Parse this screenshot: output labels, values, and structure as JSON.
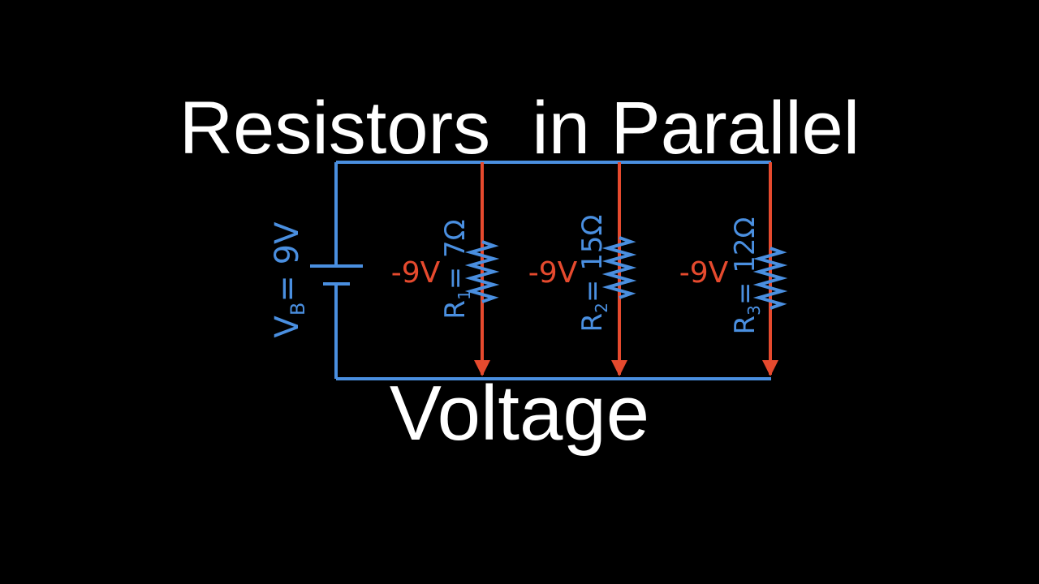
{
  "title": "Resistors  in Parallel",
  "subtitle": "Voltage",
  "colors": {
    "background": "#000000",
    "wire": "#4a8fe0",
    "drop": "#e64a2e",
    "text": "#ffffff"
  },
  "battery": {
    "symbol": "V",
    "subscript": "B",
    "value_text": "= 9V"
  },
  "branches": [
    {
      "symbol": "R",
      "subscript": "1",
      "value_text": "= 7Ω",
      "drop": "-9V"
    },
    {
      "symbol": "R",
      "subscript": "2",
      "value_text": "= 15Ω",
      "drop": "-9V"
    },
    {
      "symbol": "R",
      "subscript": "3",
      "value_text": "= 12Ω",
      "drop": "-9V"
    }
  ]
}
